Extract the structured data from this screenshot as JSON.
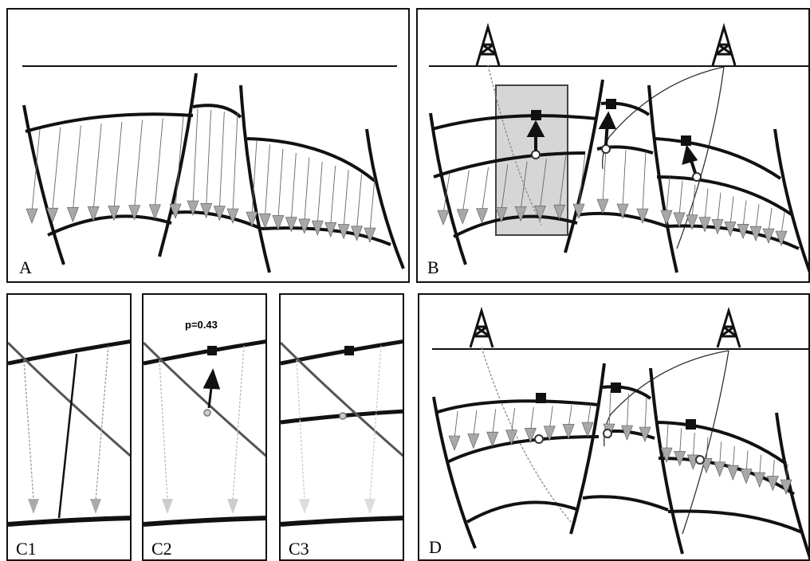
{
  "panels": {
    "A": {
      "label": "A"
    },
    "B": {
      "label": "B"
    },
    "C1": {
      "label": "C1"
    },
    "C2": {
      "label": "C2",
      "annotation": "p=0.43"
    },
    "C3": {
      "label": "C3"
    },
    "D": {
      "label": "D"
    }
  },
  "colors": {
    "line": "#111111",
    "arrow_fill": "#a8a8a8",
    "highlight": "#d6d6d6",
    "marker": "#111111"
  },
  "icons": [
    "drilling-rig-icon",
    "well-marker-square-icon",
    "intersection-point-icon",
    "arrow-head-icon"
  ]
}
